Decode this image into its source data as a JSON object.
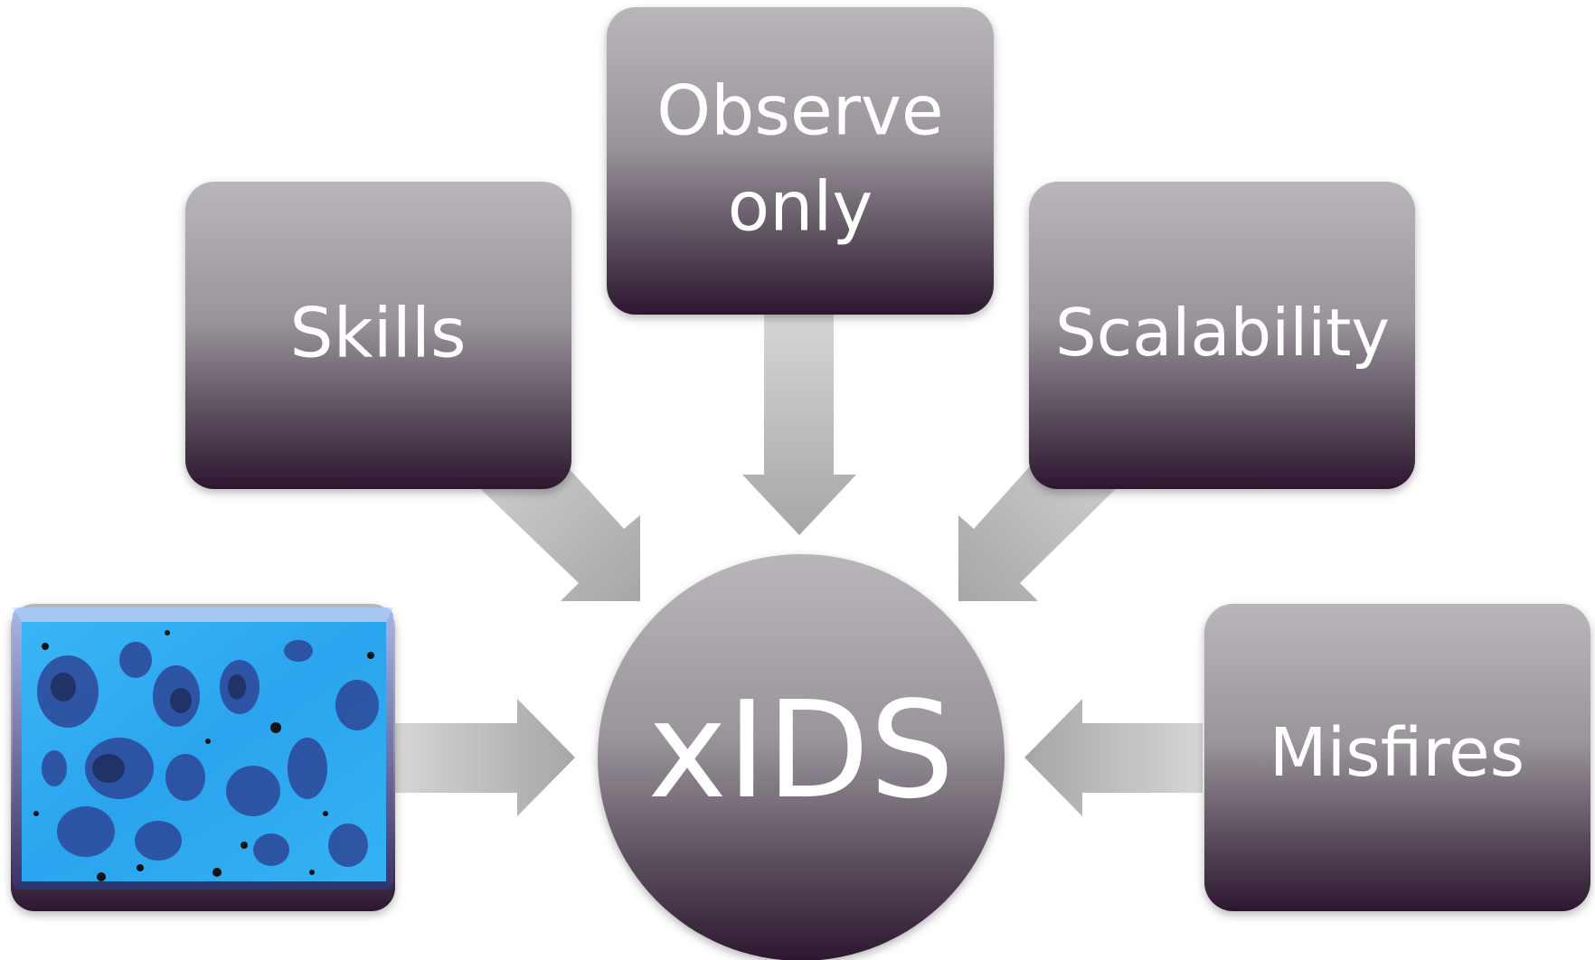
{
  "diagram": {
    "center": {
      "label": "xIDS"
    },
    "nodes": {
      "skills": {
        "label": "Skills"
      },
      "observe": {
        "line1": "Observe",
        "line2": "only"
      },
      "scalability": {
        "label": "Scalability"
      },
      "misfires": {
        "label": "Misfires"
      },
      "image": {
        "description_icon": "blue-cell-micrograph-image"
      }
    },
    "colors": {
      "box_top": "#b9b6ba",
      "box_bottom": "#2d1730",
      "arrow_light": "#d2d2d2",
      "arrow_dark": "#a9a9a9",
      "text": "#ffffff",
      "image_blue": "#2aa8f0",
      "image_cell": "#2f4f9a"
    }
  }
}
